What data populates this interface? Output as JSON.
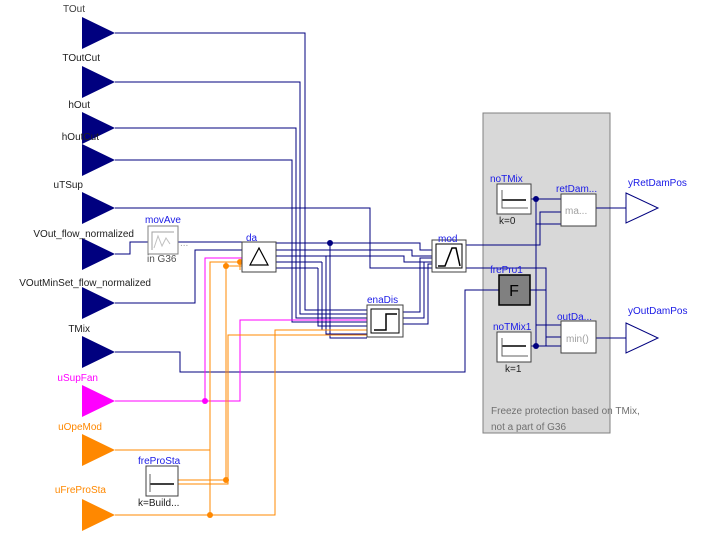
{
  "inputs": {
    "TOut": "TOut",
    "TOutCut": "TOutCut",
    "hOut": "hOut",
    "hOutCut": "hOutCut",
    "uTSup": "uTSup",
    "VOut_flow_normalized": "VOut_flow_normalized",
    "VOutMinSet_flow_normalized": "VOutMinSet_flow_normalized",
    "TMix": "TMix",
    "uSupFan": "uSupFan",
    "uOpeMod": "uOpeMod",
    "uFreProSta": "uFreProSta"
  },
  "outputs": {
    "yRetDamPos": "yRetDamPos",
    "yOutDamPos": "yOutDamPos"
  },
  "blocks": {
    "movAve_name": "movAve",
    "movAve_sub": "in G36",
    "movAve_hidden": "...",
    "da_name": "da",
    "enaDis_name": "enaDis",
    "mod_name": "mod",
    "freProSta_name": "freProSta",
    "freProSta_param": "k=Build...",
    "noTMix_name": "noTMix",
    "noTMix_param": "k=0",
    "retDam_name": "retDam...",
    "retDam_fn": "ma...",
    "frePro_name": "frePro1",
    "frePro_glyph": "F",
    "outDam_name": "outDa...",
    "outDam_fn": "min()",
    "noTMix1_name": "noTMix1",
    "noTMix1_param": "k=1"
  },
  "notes": {
    "freeze_line1": "Freeze protection based on TMix,",
    "freeze_line2": "not a part of G36"
  },
  "colors": {
    "real": "#00007f",
    "boolean": "#ff00ff",
    "integer": "#ff8800",
    "label_blue": "#1a1ae6",
    "panel": "#d8d8d8"
  }
}
